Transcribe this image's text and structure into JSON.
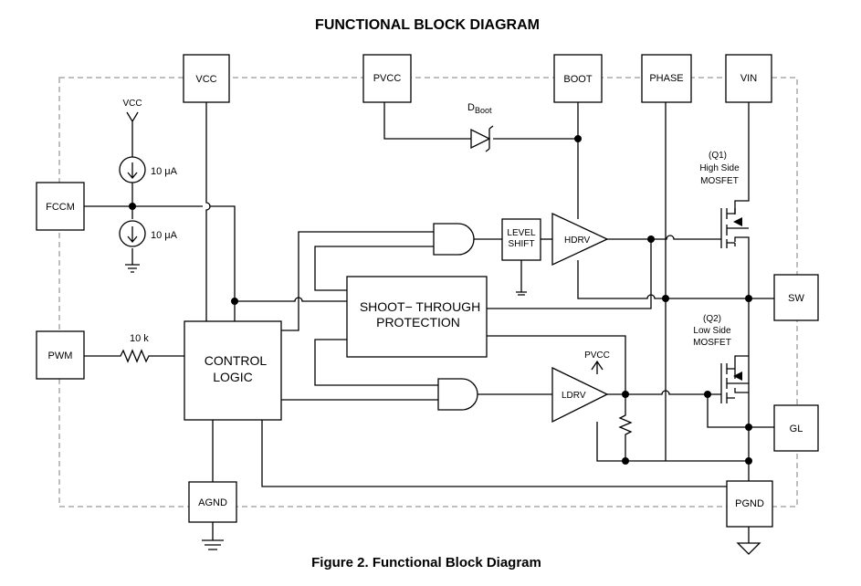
{
  "title": "FUNCTIONAL BLOCK DIAGRAM",
  "caption": "Figure 2. Functional Block Diagram",
  "pins": {
    "vcc": "VCC",
    "pvcc": "PVCC",
    "boot": "BOOT",
    "phase": "PHASE",
    "vin": "VIN",
    "fccm": "FCCM",
    "pwm": "PWM",
    "sw": "SW",
    "gl": "GL",
    "agnd": "AGND",
    "pgnd": "PGND"
  },
  "labels": {
    "vcc_supply": "VCC",
    "current_top": "10 μA",
    "current_bottom": "10 μA",
    "resistor": "10 k",
    "diode_main": "D",
    "diode_sub": "Boot",
    "level_shift_1": "LEVEL",
    "level_shift_2": "SHIFT",
    "hdrv": "HDRV",
    "ldrv": "LDRV",
    "pvcc_ldrv": "PVCC",
    "control_1": "CONTROL",
    "control_2": "LOGIC",
    "shoot_1": "SHOOT−  THROUGH",
    "shoot_2": "PROTECTION",
    "q1_1": "(Q1)",
    "q1_2": "High Side",
    "q1_3": "MOSFET",
    "q2_1": "(Q2)",
    "q2_2": "Low Side",
    "q2_3": "MOSFET"
  }
}
